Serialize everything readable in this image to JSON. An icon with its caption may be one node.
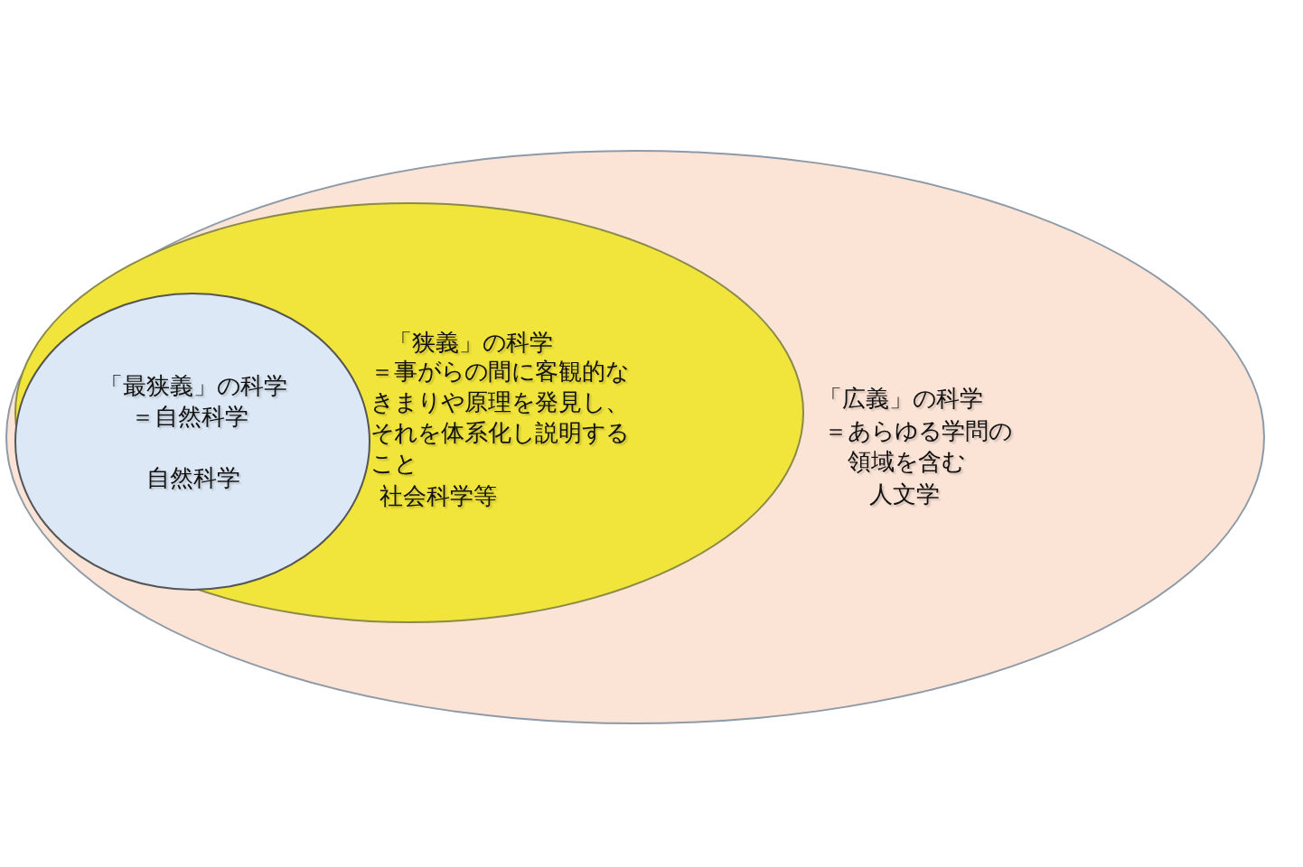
{
  "diagram": {
    "nodes": [
      {
        "text": [
          "「広義」の科学",
          "＝あらゆる学問の領域を含む",
          "人文学"
        ]
      },
      {
        "text": [
          "「狭義」の科学",
          "＝事がらの間に客観的なきまりや原理を発見し、それを体系化し説明すること",
          "社会科学等"
        ],
        "in": 0
      },
      {
        "text": [
          "「最狭義」の科学",
          "＝自然科学",
          "自然科学"
        ],
        "in": 1
      }
    ]
  }
}
